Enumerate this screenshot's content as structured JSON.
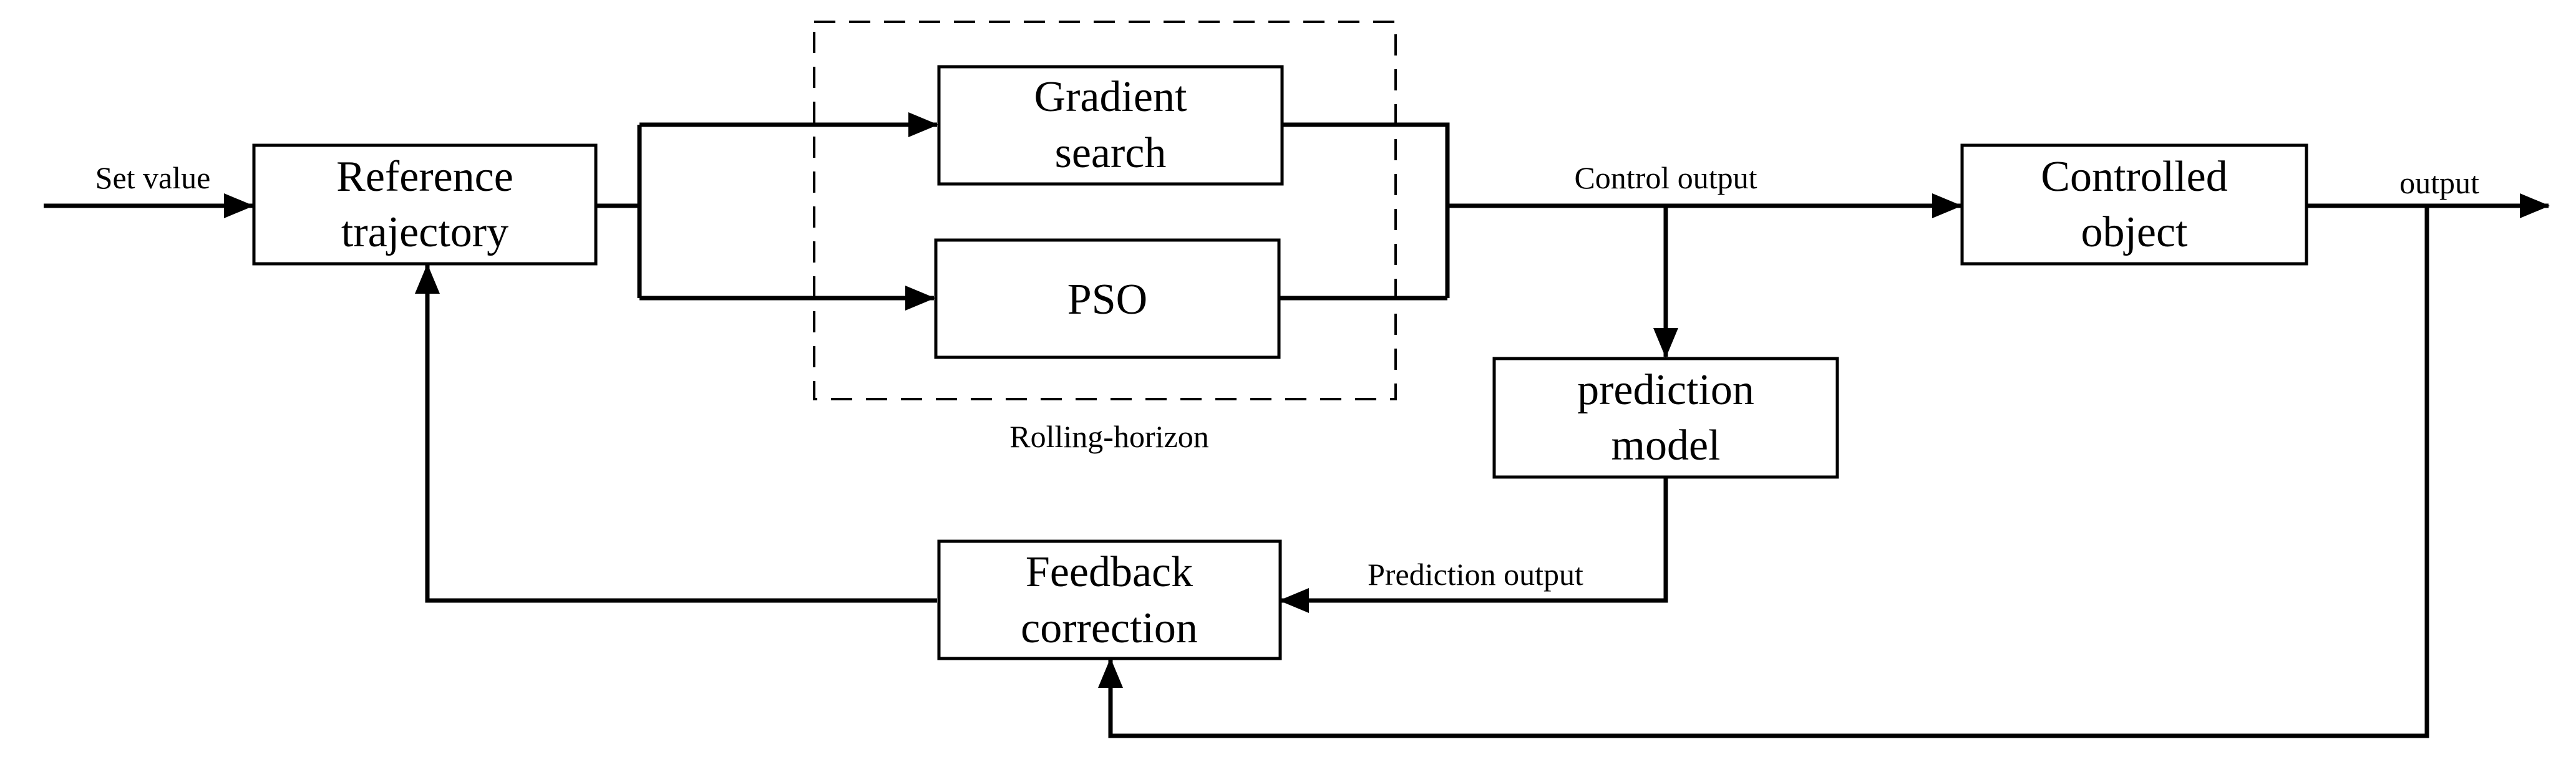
{
  "blocks": {
    "reference_trajectory": [
      "Reference",
      "trajectory"
    ],
    "gradient_search": [
      "Gradient",
      "search"
    ],
    "pso": [
      "PSO"
    ],
    "controlled_object": [
      "Controlled",
      "object"
    ],
    "prediction_model": [
      "prediction",
      "model"
    ],
    "feedback_correction": [
      "Feedback",
      "correction"
    ]
  },
  "labels": {
    "set_value": "Set value",
    "control_output": "Control output",
    "output": "output",
    "prediction_output": "Prediction output",
    "rolling_horizon": "Rolling-horizon"
  }
}
